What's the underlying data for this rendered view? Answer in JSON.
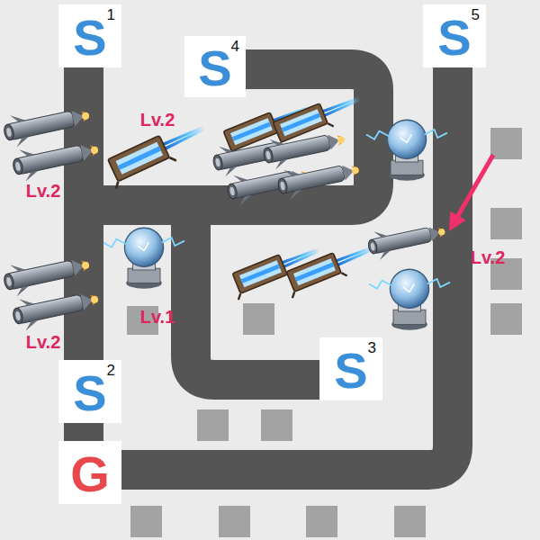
{
  "diagram": {
    "nodes": [
      {
        "text": [
          "S",
          "1"
        ]
      },
      {
        "text": [
          "S",
          "5"
        ]
      },
      {
        "text": [
          "S",
          "4"
        ]
      },
      {
        "text": [
          "S",
          "3"
        ]
      },
      {
        "text": [
          "S",
          "2"
        ]
      },
      {
        "text": [
          "G"
        ]
      }
    ],
    "labels": [
      "Lv.2",
      "Lv.2",
      "Lv.2",
      "Lv.1",
      "Lv.2"
    ]
  }
}
